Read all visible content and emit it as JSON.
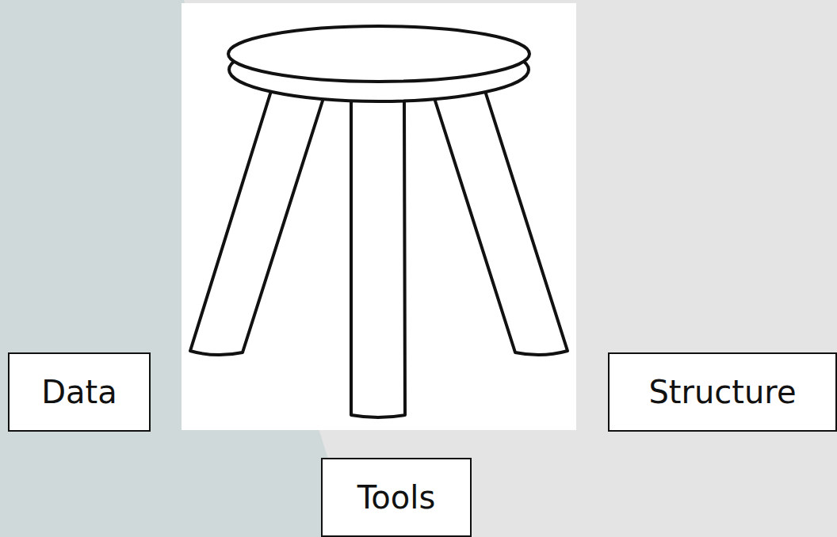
{
  "diagram": {
    "nodes": [
      {
        "text": [
          "Data"
        ]
      },
      {
        "text": [
          "Tools"
        ]
      },
      {
        "text": [
          "Structure"
        ]
      }
    ]
  }
}
